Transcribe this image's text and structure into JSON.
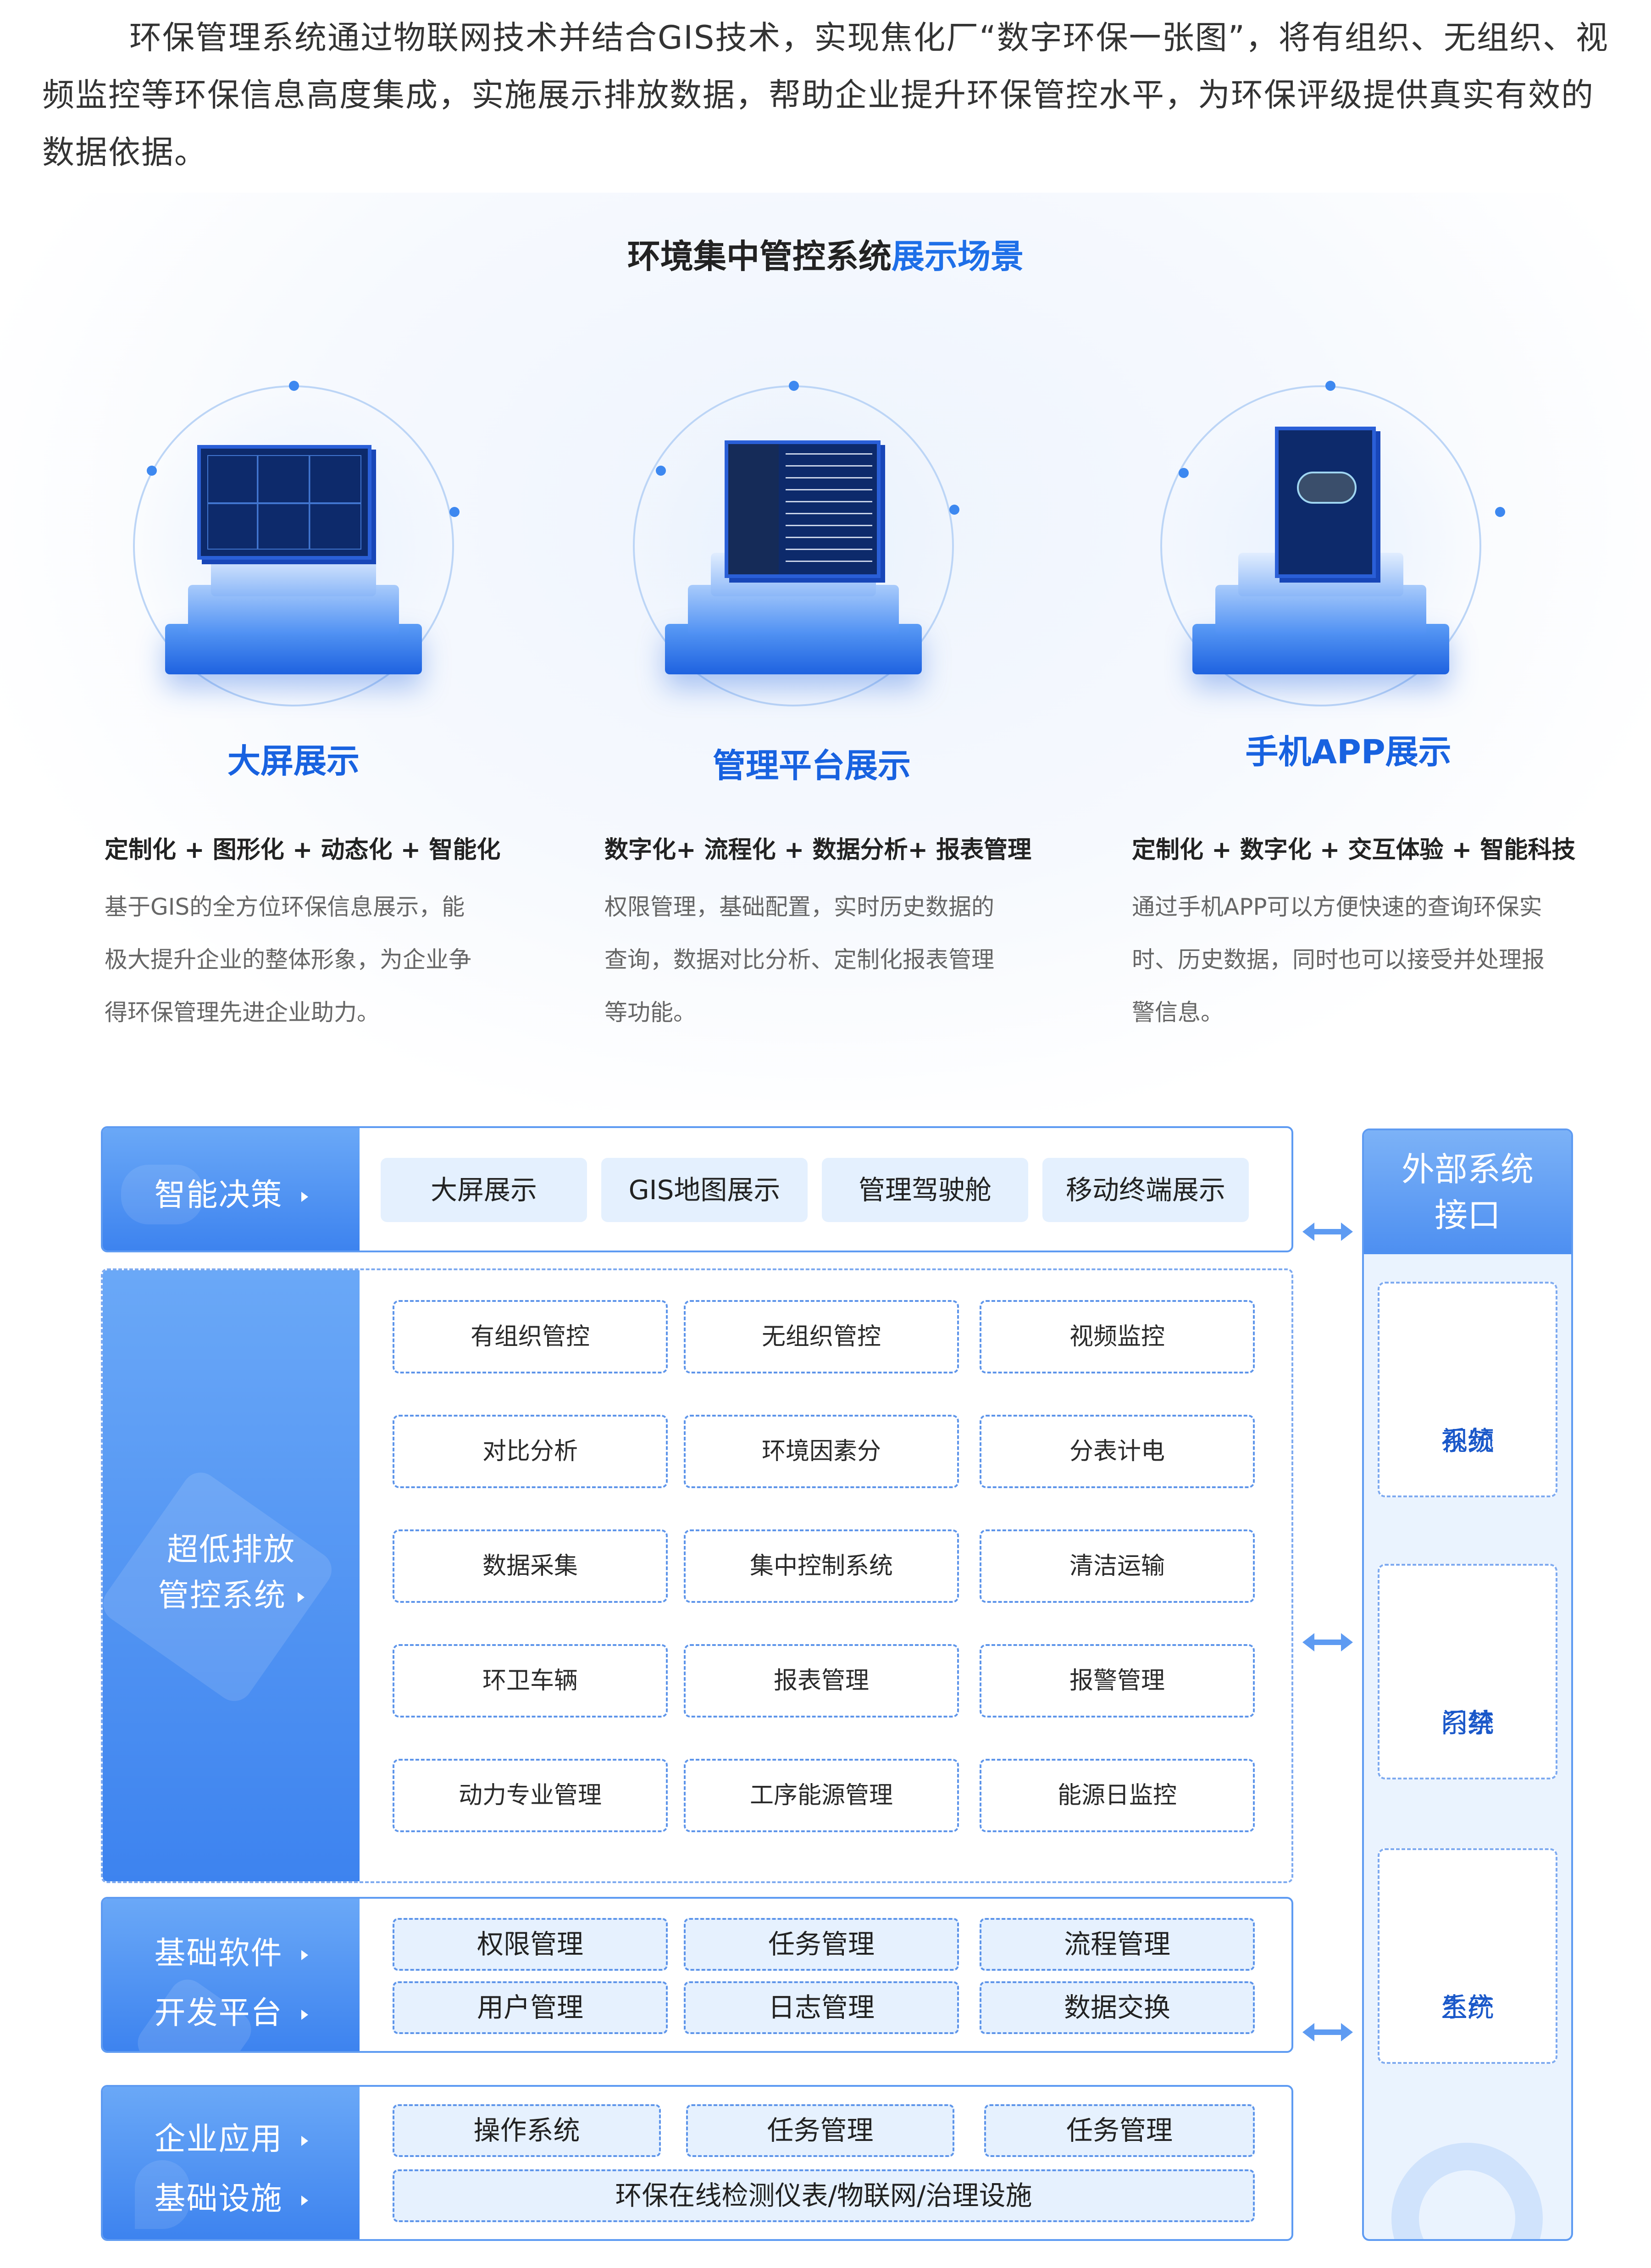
{
  "intro": "环保管理系统通过物联网技术并结合GIS技术，实现焦化厂“数字环保一张图”，将有组织、无组织、视频监控等环保信息高度集成，实施展示排放数据，帮助企业提升环保管控水平，为环保评级提供真实有效的数据依据。",
  "section_title": {
    "main": "环境集中管控系统",
    "highlight": "展示场景"
  },
  "scenes": [
    {
      "name": "大屏展示",
      "tagline": "定制化 + 图形化 + 动态化 + 智能化",
      "desc": "基于GIS的全方位环保信息展示，能极大提升企业的整体形象，为企业争得环保管理先进企业助力。"
    },
    {
      "name": "管理平台展示",
      "tagline": "数字化+ 流程化 + 数据分析+ 报表管理",
      "desc": "权限管理，基础配置，实时历史数据的查询，数据对比分析、定制化报表管理等功能。"
    },
    {
      "name": "手机APP展示",
      "tagline": "定制化 + 数字化 + 交互体验 + 智能科技",
      "desc": "通过手机APP可以方便快速的查询环保实时、历史数据，同时也可以接受并处理报警信息。"
    }
  ],
  "arch": {
    "decision": {
      "label": "智能决策",
      "items": [
        "大屏展示",
        "GIS地图展示",
        "管理驾驶舱",
        "移动终端展示"
      ]
    },
    "ultra": {
      "label_line1": "超低排放",
      "label_line2": "管控系统",
      "items": [
        "有组织管控",
        "无组织管控",
        "视频监控",
        "对比分析",
        "环境因素分",
        "分表计电",
        "数据采集",
        "集中控制系统",
        "清洁运输",
        "环卫车辆",
        "报表管理",
        "报警管理",
        "动力专业管理",
        "工序能源管理",
        "能源日监控"
      ]
    },
    "base_software": {
      "label_line1": "基础软件",
      "label_line2": "开发平台",
      "items": [
        "权限管理",
        "任务管理",
        "流程管理",
        "用户管理",
        "日志管理",
        "数据交换"
      ]
    },
    "enterprise": {
      "label_line1": "企业应用",
      "label_line2": "基础设施",
      "items": [
        "操作系统",
        "任务管理",
        "任务管理"
      ],
      "wide_item": "环保在线检测仪表/物联网/治理设施"
    },
    "external": {
      "title_line1": "外部系统",
      "title_line2": "接口",
      "items": [
        {
          "line1": "视频",
          "line2": "系统"
        },
        {
          "line1": "门禁",
          "line2": "系统"
        },
        {
          "line1": "生产",
          "line2": "系统"
        }
      ]
    }
  }
}
